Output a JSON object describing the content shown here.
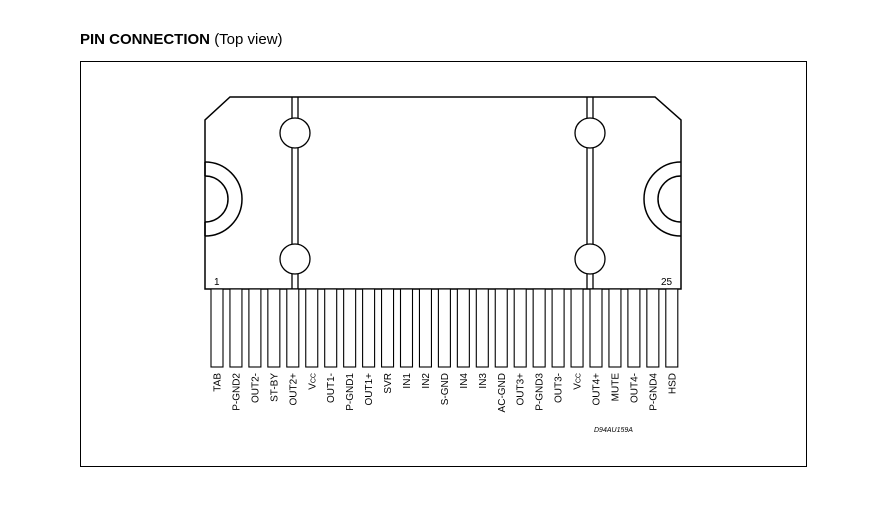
{
  "heading": {
    "title": "PIN CONNECTION",
    "subtitle": "(Top view)"
  },
  "package": {
    "first_pin_number": "1",
    "last_pin_number": "25",
    "drawing_code": "D94AU159A"
  },
  "pins": [
    {
      "label": "TAB",
      "sub": ""
    },
    {
      "label": "P-GND2",
      "sub": ""
    },
    {
      "label": "OUT2-",
      "sub": ""
    },
    {
      "label": "ST-BY",
      "sub": ""
    },
    {
      "label": "OUT2+",
      "sub": ""
    },
    {
      "label": "V",
      "sub": "CC"
    },
    {
      "label": "OUT1-",
      "sub": ""
    },
    {
      "label": "P-GND1",
      "sub": ""
    },
    {
      "label": "OUT1+",
      "sub": ""
    },
    {
      "label": "SVR",
      "sub": ""
    },
    {
      "label": "IN1",
      "sub": ""
    },
    {
      "label": "IN2",
      "sub": ""
    },
    {
      "label": "S-GND",
      "sub": ""
    },
    {
      "label": "IN4",
      "sub": ""
    },
    {
      "label": "IN3",
      "sub": ""
    },
    {
      "label": "AC-GND",
      "sub": ""
    },
    {
      "label": "OUT3+",
      "sub": ""
    },
    {
      "label": "P-GND3",
      "sub": ""
    },
    {
      "label": "OUT3-",
      "sub": ""
    },
    {
      "label": "V",
      "sub": "CC"
    },
    {
      "label": "OUT4+",
      "sub": ""
    },
    {
      "label": "MUTE",
      "sub": ""
    },
    {
      "label": "OUT4-",
      "sub": ""
    },
    {
      "label": "P-GND4",
      "sub": ""
    },
    {
      "label": "HSD",
      "sub": ""
    }
  ]
}
